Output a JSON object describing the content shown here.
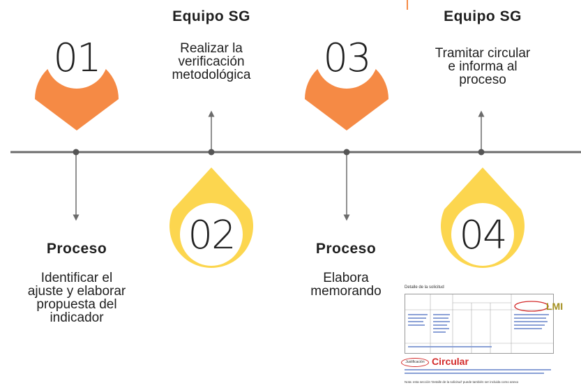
{
  "steps": [
    {
      "number": "01",
      "title": "",
      "description": ""
    },
    {
      "number": "02",
      "title": "Equipo SG",
      "description": "Realizar la verificación metodológica"
    },
    {
      "number": "03",
      "title": "",
      "description": ""
    },
    {
      "number": "04",
      "title": "Equipo SG",
      "description": "Tramitar circular e informa al proceso"
    }
  ],
  "labels": {
    "s1_title": "Proceso",
    "s1_desc_1": "Identificar el",
    "s1_desc_2": "ajuste y elaborar",
    "s1_desc_3": "propuesta del",
    "s1_desc_4": "indicador",
    "s2_desc_1": "Realizar la",
    "s2_desc_2": "verificación",
    "s2_desc_3": "metodológica",
    "s3_title": "Proceso",
    "s3_desc_1": "Elabora",
    "s3_desc_2": "memorando",
    "s4_desc_1": "Tramitar circular",
    "s4_desc_2": "e informa al",
    "s4_desc_3": "proceso"
  },
  "doc": {
    "caption": "Detalle de la solicitud",
    "lmi": "LMI",
    "circular": "Circular",
    "justificacion": "Justificación",
    "note": "Nota: esta sección 'Detalle de la solicitud' puede también ser incluida como anexo"
  },
  "colors": {
    "orange": "#f58a45",
    "yellow": "#fcd64f",
    "line": "#6b6b6b",
    "dot": "#555555"
  }
}
